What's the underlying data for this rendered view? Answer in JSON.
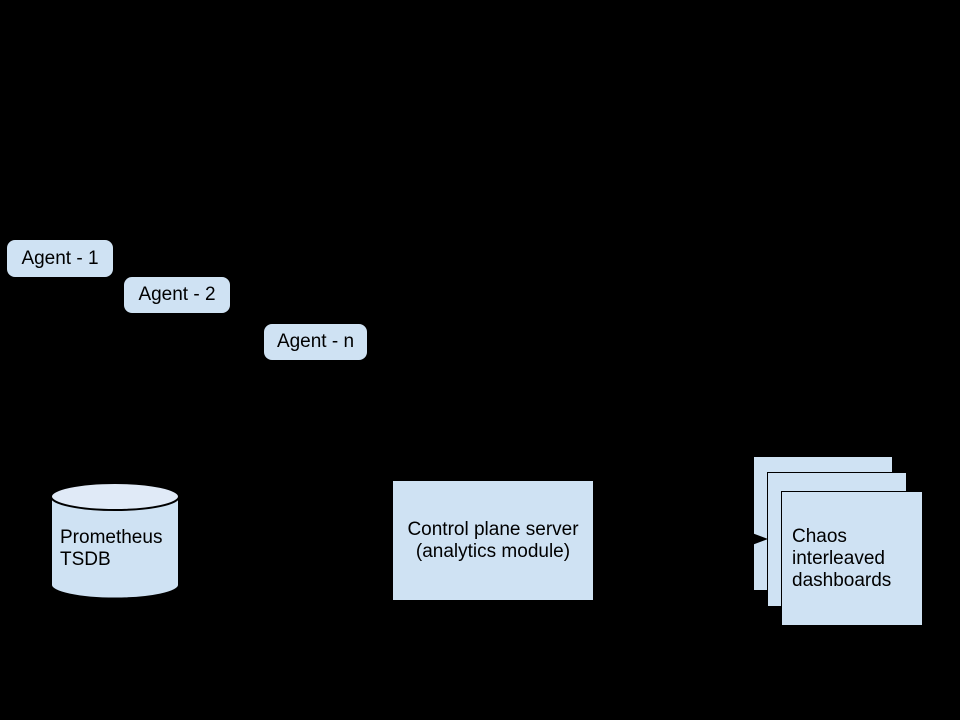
{
  "diagram_type": "architecture-flow",
  "colors": {
    "background": "#000000",
    "node_fill": "#cfe2f3",
    "cylinder_top_fill": "#e0eaf7",
    "outline": "#000000",
    "text": "#000000"
  },
  "nodes": {
    "agents": [
      {
        "label": "Agent - 1"
      },
      {
        "label": "Agent - 2"
      },
      {
        "label": "Agent - n"
      }
    ],
    "prometheus": {
      "shape": "cylinder",
      "lines": [
        "Prometheus",
        "TSDB"
      ]
    },
    "control_plane": {
      "shape": "rectangle",
      "lines": [
        "Control plane server",
        "(analytics module)"
      ]
    },
    "dashboards": {
      "shape": "stacked-cards",
      "card_count": 3,
      "lines": [
        "Chaos",
        "interleaved",
        "dashboards"
      ]
    }
  },
  "connections": [
    {
      "arrowhead": "right-pointing",
      "points_to": "dashboards"
    }
  ]
}
